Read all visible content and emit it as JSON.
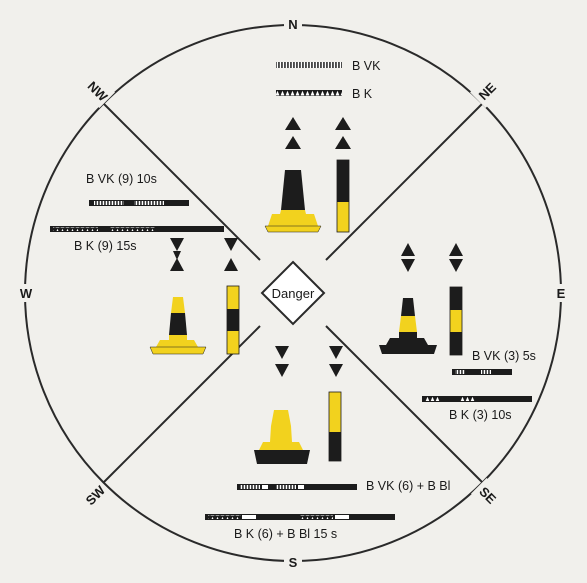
{
  "compass": {
    "n": "N",
    "ne": "NE",
    "e": "E",
    "se": "SE",
    "s": "S",
    "sw": "SW",
    "w": "W",
    "nw": "NW"
  },
  "danger_label": "Danger",
  "quadrants": {
    "north": {
      "rhythm_vq": "B VK",
      "rhythm_q": "B K"
    },
    "west": {
      "rhythm_vq": "B VK (9) 10s",
      "rhythm_q": "B K (9) 15s"
    },
    "east": {
      "rhythm_vq": "B VK (3) 5s",
      "rhythm_q": "B K (3) 10s"
    },
    "south": {
      "rhythm_vq": "B VK (6) + B Bl",
      "rhythm_q": "B K (6) + B Bl 15 s"
    }
  },
  "colors": {
    "yellow": "#f2d21e",
    "black": "#1c1c1c",
    "background": "#f1f0ec",
    "line": "#2a2a2a"
  }
}
